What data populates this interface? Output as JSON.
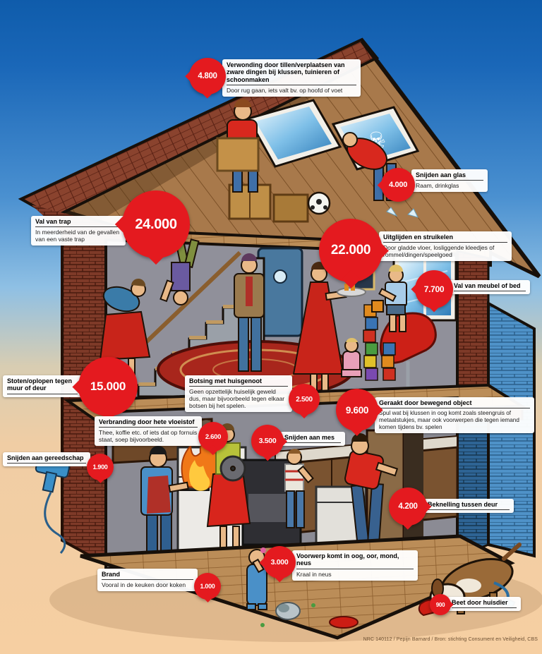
{
  "credit": "NRC 140112 / Pepijn Barnard / Bron: stichting Consument en Veiligheid, CBS",
  "icons": {
    "skull": "☠"
  },
  "colors": {
    "bubble_red": "#e41a1f",
    "sky_top": "#1a67b8",
    "sky_light": "#8fc0e4",
    "sand": "#f6cfa2",
    "label_bg": "#ffffff",
    "roof_wood": "#a8794b",
    "roof_tiles": "#8a432e",
    "brick_red": "#7e3a28",
    "brick_blue": "#2e6494",
    "floor_wood": "#bb8d58"
  },
  "callouts": [
    {
      "value": "4.800",
      "title": "Verwonding door tillen/verplaatsen van zware dingen bij klussen, tuinieren of schoonmaken",
      "subtitle": "Door rug gaan, iets valt bv. op hoofd of voet"
    },
    {
      "value": "4.000",
      "title": "Snijden aan glas",
      "subtitle": "Raam, drinkglas"
    },
    {
      "value": "24.000",
      "title": "Val van trap",
      "subtitle": "In meerderheid van de gevallen van een vaste trap"
    },
    {
      "value": "22.000",
      "title": "Uitglijden en struikelen",
      "subtitle": "Door gladde vloer, losliggende kleedjes of rommel/dingen/speelgoed"
    },
    {
      "value": "7.700",
      "title": "Val van meubel of bed"
    },
    {
      "value": "15.000",
      "title": "Stoten/oplopen tegen muur of deur"
    },
    {
      "value": "2.500",
      "title": "Botsing met huisgenoot",
      "subtitle": "Geen opzettelijk huiselijk geweld dus, maar bijvoorbeeld tegen elkaar botsen bij het spelen."
    },
    {
      "value": "9.600",
      "title": "Geraakt door bewegend object",
      "subtitle": "Spul wat bij klussen in oog komt zoals steengruis of metaalstukjes, maar ook voorwerpen die tegen iemand komen tijdens bv. spelen"
    },
    {
      "value": "2.600",
      "title": "Verbranding door hete vloeistof",
      "subtitle": "Thee, koffie etc. of iets dat op fornuis staat, soep bijvoorbeeld."
    },
    {
      "value": "3.500",
      "title": "Snijden aan mes"
    },
    {
      "value": "1.900",
      "title": "Snijden aan gereedschap"
    },
    {
      "value": "4.200",
      "title": "Beknelling tussen deur"
    },
    {
      "value": "3.000",
      "title": "Voorwerp komt in oog, oor, mond, neus",
      "subtitle": "Kraal in neus"
    },
    {
      "value": "1.000",
      "title": "Brand",
      "subtitle": "Vooral in de keuken door koken"
    },
    {
      "value": "900",
      "title": "Beet door huisdier"
    }
  ]
}
